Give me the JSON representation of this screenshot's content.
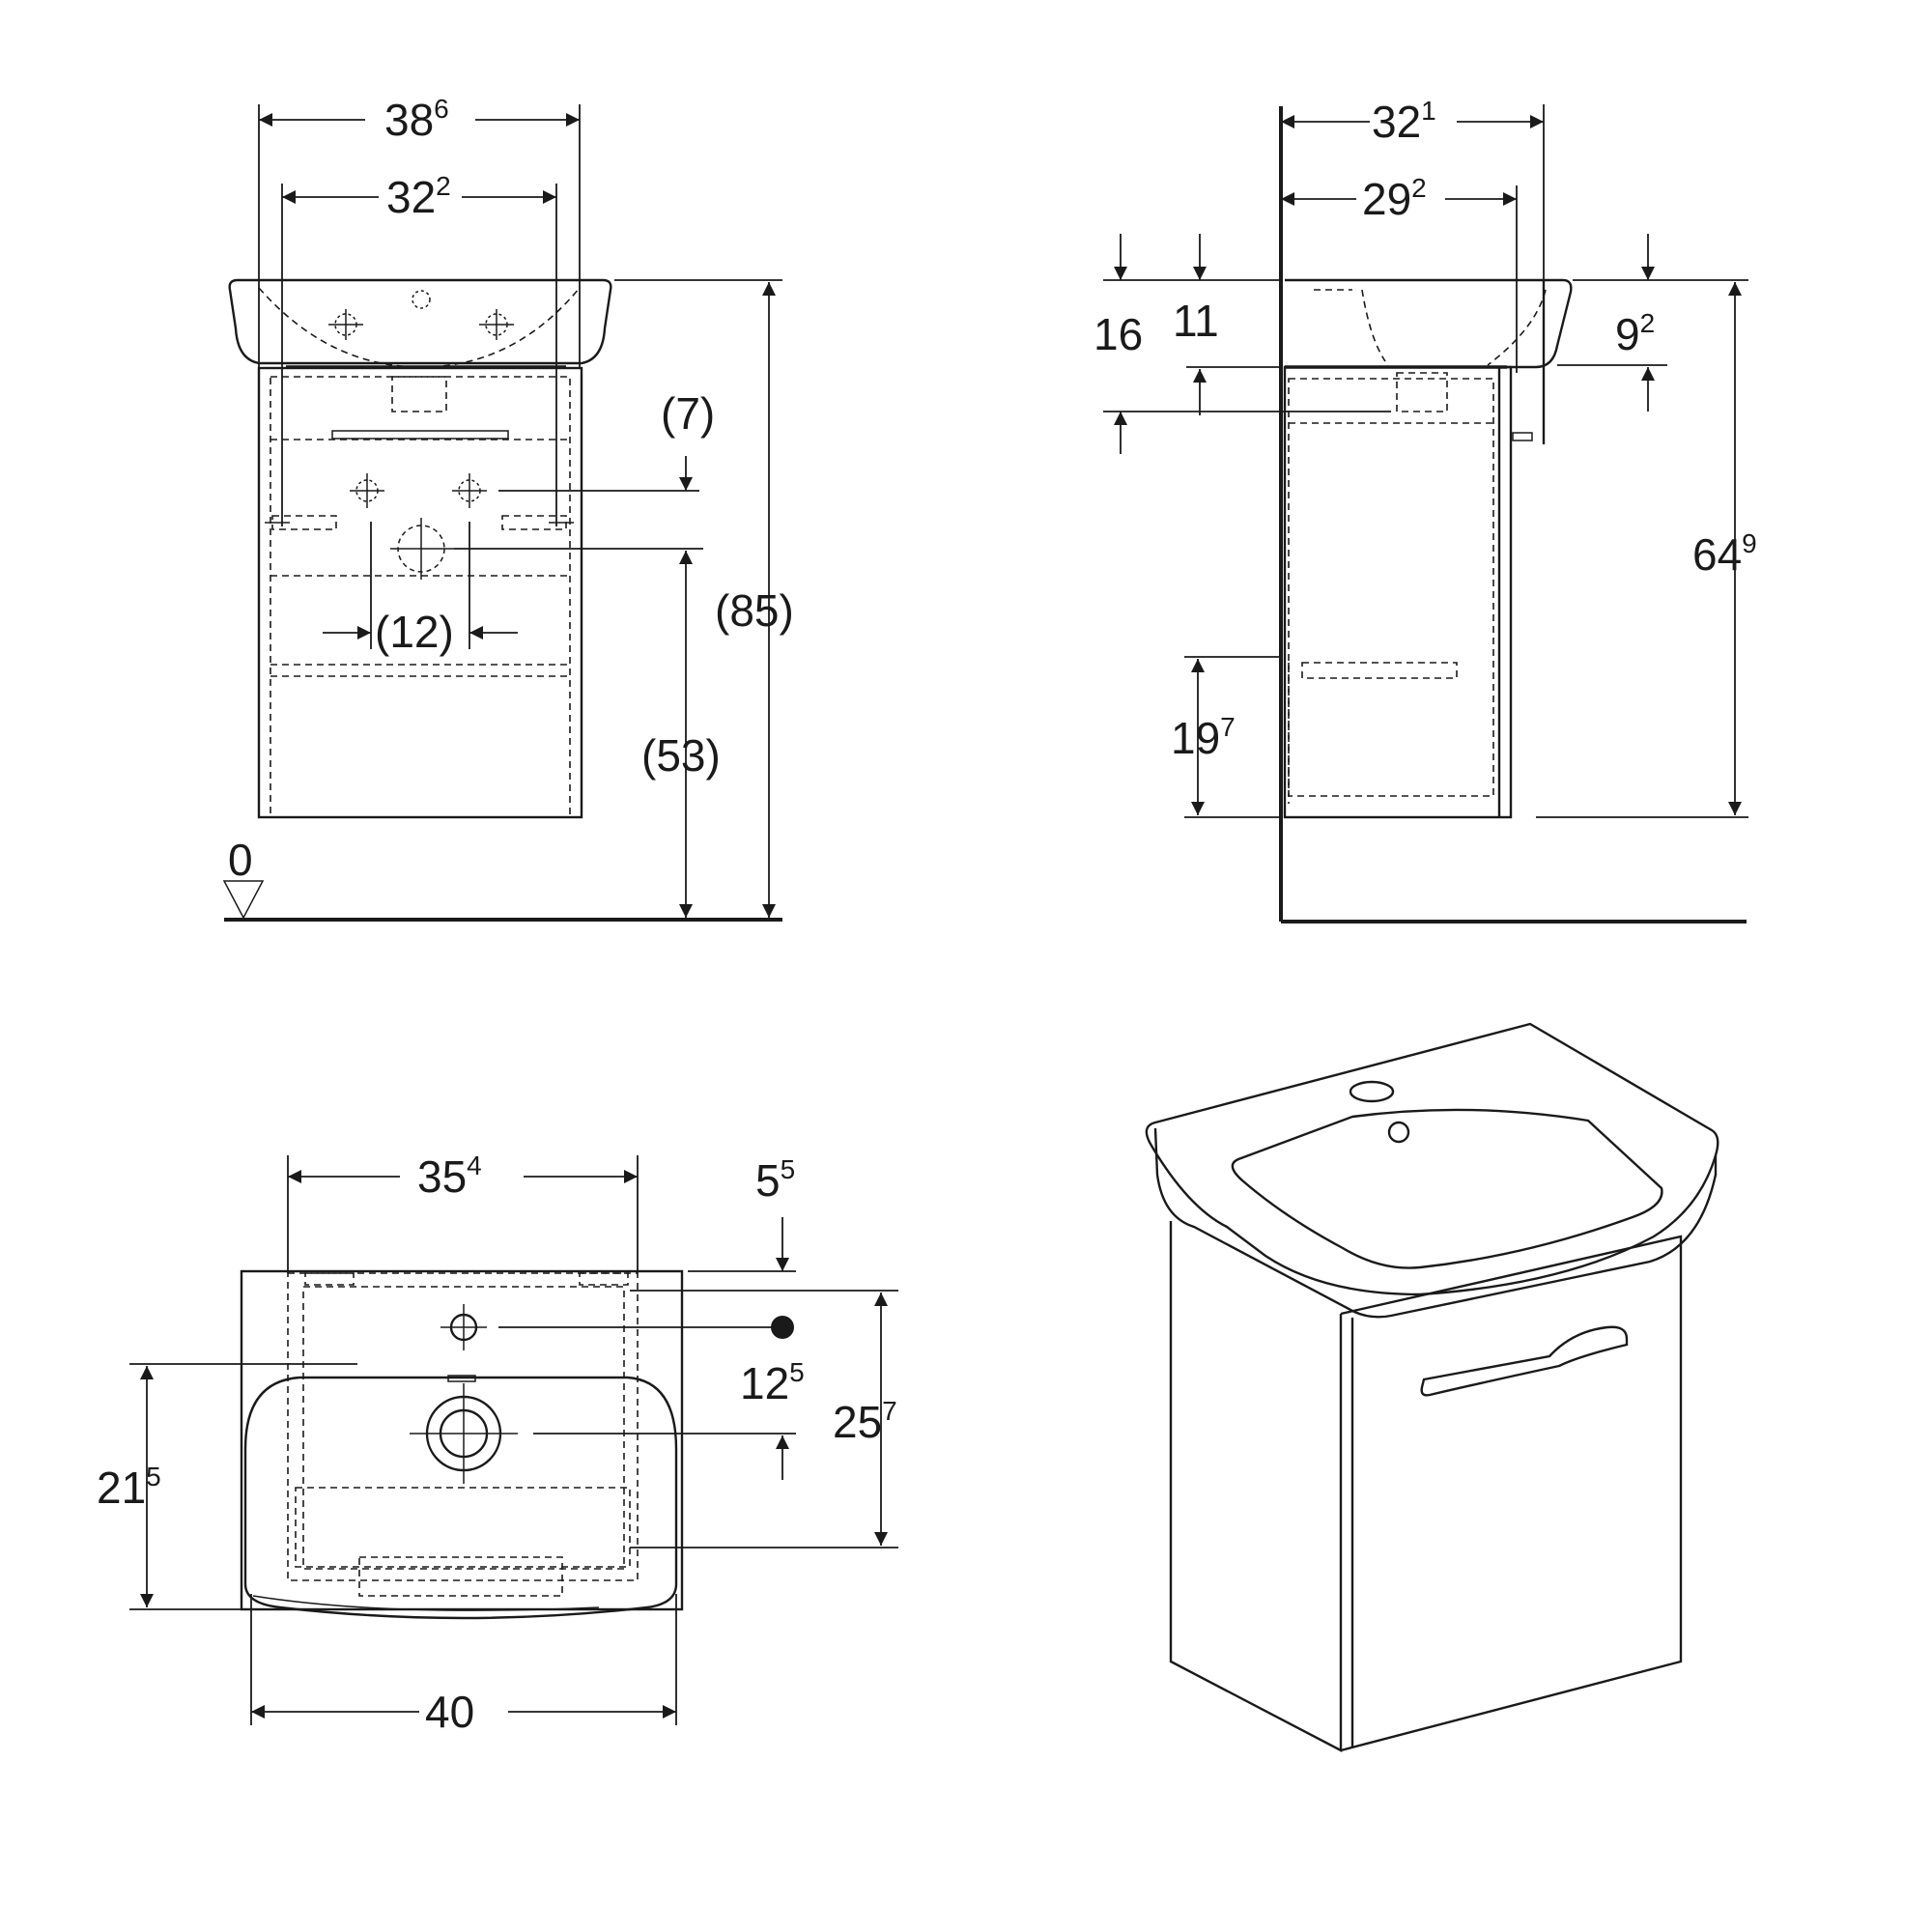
{
  "front_view": {
    "width_overall": {
      "main": "38",
      "sup": "6"
    },
    "width_inner": {
      "main": "32",
      "sup": "2"
    },
    "dim_7": "(7)",
    "dim_12": "(12)",
    "dim_85": "(85)",
    "dim_53": "(53)",
    "floor_level": "0"
  },
  "side_view": {
    "depth_overall": {
      "main": "32",
      "sup": "1"
    },
    "depth_inner": {
      "main": "29",
      "sup": "2"
    },
    "dim_16": "16",
    "dim_11": "11",
    "dim_9": {
      "main": "9",
      "sup": "2"
    },
    "dim_64": {
      "main": "64",
      "sup": "9"
    },
    "dim_19": {
      "main": "19",
      "sup": "7"
    }
  },
  "top_view": {
    "width_354": {
      "main": "35",
      "sup": "4"
    },
    "dim_55": {
      "main": "5",
      "sup": "5"
    },
    "dim_125": {
      "main": "12",
      "sup": "5"
    },
    "dim_257": {
      "main": "25",
      "sup": "7"
    },
    "dim_215": {
      "main": "21",
      "sup": "5"
    },
    "width_40": "40"
  }
}
